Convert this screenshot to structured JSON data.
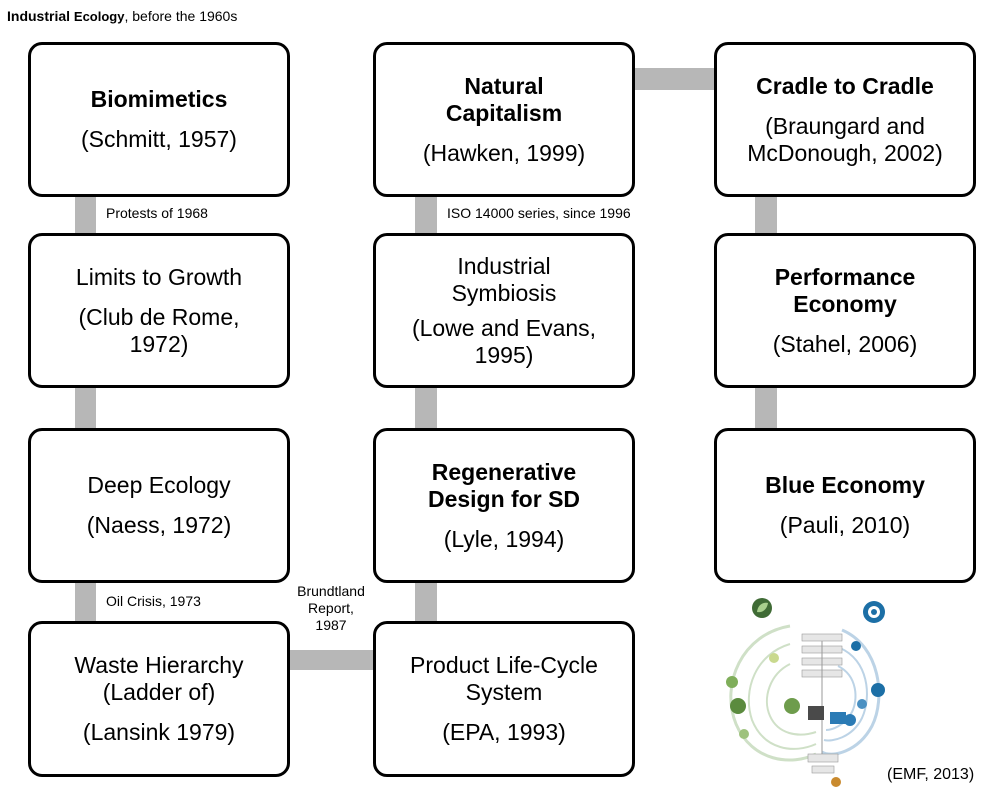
{
  "title": {
    "bold_part": "Industrial",
    "bold_part2": "Ecology",
    "rest": ", before the 1960s"
  },
  "column_left": [
    {
      "heading": "Biomimetics",
      "bold": true,
      "source": "(Schmitt, 1957)"
    },
    {
      "heading": "Limits to Growth",
      "bold": false,
      "source": "(Club de Rome,\n1972)"
    },
    {
      "heading": "Deep Ecology",
      "bold": false,
      "source": "(Naess, 1972)"
    },
    {
      "heading": "Waste Hierarchy\n(Ladder of)",
      "bold": false,
      "source": "(Lansink 1979)"
    }
  ],
  "column_middle": [
    {
      "heading": "Natural\nCapitalism",
      "bold": true,
      "source": "(Hawken, 1999)"
    },
    {
      "heading": "Industrial\nSymbiosis",
      "bold": false,
      "source": "(Lowe and Evans,\n1995)"
    },
    {
      "heading": "Regenerative\nDesign for SD",
      "bold": true,
      "source": "(Lyle, 1994)"
    },
    {
      "heading": "Product Life-Cycle\nSystem",
      "bold": false,
      "source": "(EPA, 1993)"
    }
  ],
  "column_right": [
    {
      "heading": "Cradle to Cradle",
      "bold": true,
      "source": "(Braungard and\nMcDonough, 2002)"
    },
    {
      "heading": "Performance\nEconomy",
      "bold": true,
      "source": "(Stahel, 2006)"
    },
    {
      "heading": "Blue Economy",
      "bold": true,
      "source": "(Pauli, 2010)"
    }
  ],
  "connector_labels": {
    "protests": "Protests of 1968",
    "iso": "ISO 14000 series, since 1996",
    "oil": "Oil Crisis, 1973",
    "brundtland": "Brundtland\nReport,\n1987"
  },
  "figure": {
    "caption": "(EMF, 2013)"
  },
  "colors": {
    "connector": "#b7b7b7",
    "border": "#000000",
    "bio_green": "#3f6b35",
    "tech_blue": "#1c6fa6"
  }
}
